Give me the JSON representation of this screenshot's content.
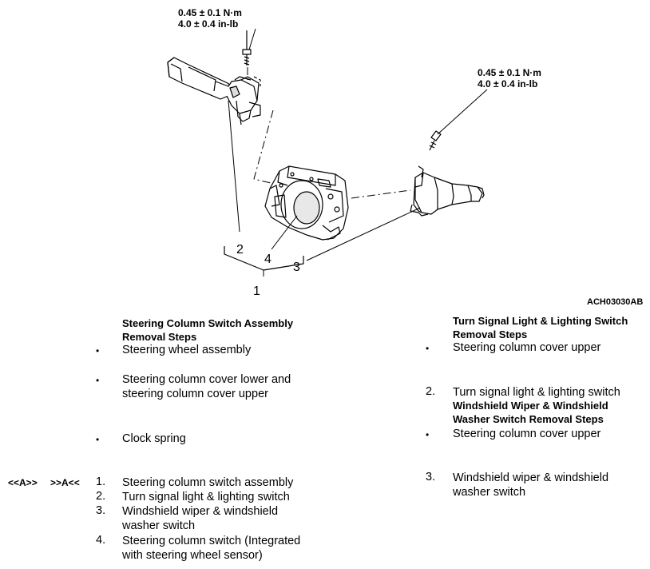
{
  "figure": {
    "torque_left": [
      "0.45 ± 0.1 N·m",
      "4.0 ± 0.4 in-lb"
    ],
    "torque_right": [
      "0.45 ± 0.1 N·m",
      "4.0 ± 0.4 in-lb"
    ],
    "callouts": {
      "c1": "1",
      "c2": "2",
      "c3": "3",
      "c4": "4"
    },
    "figure_id": "ACH03030AB"
  },
  "left_column": {
    "heading": [
      "Steering Column Switch Assembly",
      "Removal Steps"
    ],
    "bullet_items": [
      [
        "Steering wheel assembly"
      ],
      [
        "Steering column cover lower and",
        "steering column cover upper"
      ],
      [
        "Clock spring"
      ]
    ],
    "refs": [
      "<<A>>",
      ">>A<<"
    ],
    "numbered_items": [
      {
        "num": "1.",
        "lines": [
          "Steering column switch assembly"
        ]
      },
      {
        "num": "2.",
        "lines": [
          "Turn signal light & lighting switch"
        ]
      },
      {
        "num": "3.",
        "lines": [
          "Windshield wiper & windshield",
          "washer switch"
        ]
      },
      {
        "num": "4.",
        "lines": [
          "Steering column switch (Integrated",
          "with steering wheel sensor)"
        ]
      }
    ]
  },
  "right_column": {
    "heading1": [
      "Turn Signal Light & Lighting Switch",
      "Removal Steps"
    ],
    "bullet1": "Steering column cover upper",
    "item2": {
      "num": "2.",
      "text": "Turn signal light & lighting switch"
    },
    "heading2": [
      "Windshield Wiper & Windshield",
      "Washer Switch Removal Steps"
    ],
    "bullet2": "Steering column cover upper",
    "item3": {
      "num": "3.",
      "lines": [
        "Windshield wiper & windshield",
        "washer switch"
      ]
    }
  }
}
